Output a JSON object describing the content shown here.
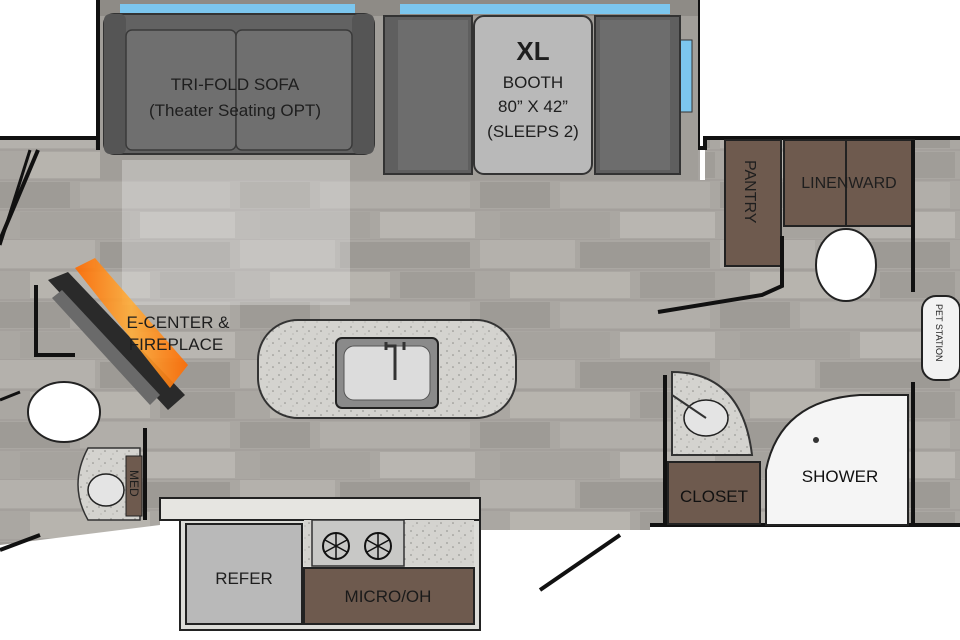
{
  "floorplan": {
    "rooms": {
      "sofa": {
        "line1": "TRI-FOLD SOFA",
        "line2": "(Theater Seating OPT)"
      },
      "booth": {
        "size": "XL",
        "line1": "BOOTH",
        "line2": "80” X 42”",
        "line3": "(SLEEPS 2)"
      },
      "ecenter": {
        "line1": "E-CENTER &",
        "line2": "FIREPLACE"
      },
      "pantry": "PANTRY",
      "linen": "LINENWARD",
      "pet": "PET STATION",
      "shower": "SHOWER",
      "closet": "CLOSET",
      "refer": "REFER",
      "micro": "MICRO/OH",
      "med": "MED"
    },
    "icons": [
      "sink-icon",
      "stove-burner-icon",
      "toilet-icon",
      "vanity-sink-icon"
    ],
    "colors": {
      "floor": "#a9a6a1",
      "upholstery": "#6c6c6c",
      "cushion": "#b7b7b7",
      "cabinet": "#6e5a4e",
      "counter": "#cfcfcc",
      "fireplace": "#ff8a1e",
      "window": "#7cc6ee",
      "wall": "#111111"
    }
  }
}
